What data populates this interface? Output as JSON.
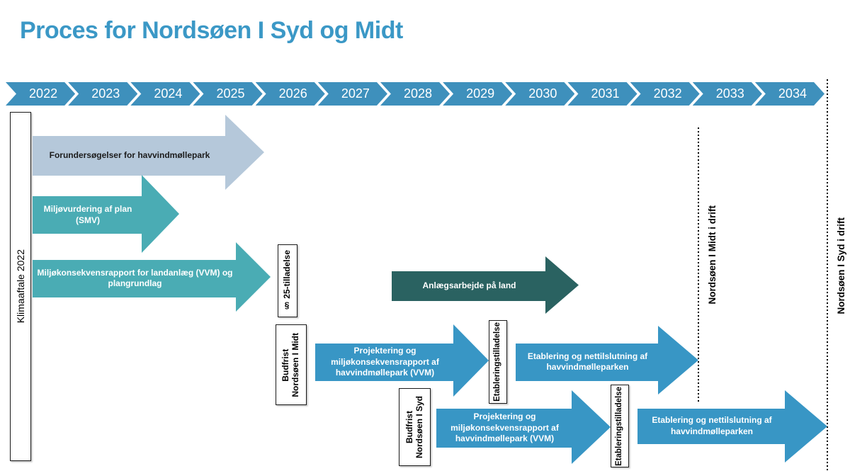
{
  "title": "Proces for Nordsøen I Syd og Midt",
  "timeline": {
    "years": [
      "2022",
      "2023",
      "2024",
      "2025",
      "2026",
      "2027",
      "2028",
      "2029",
      "2030",
      "2031",
      "2032",
      "2033",
      "2034"
    ]
  },
  "klimaaftale": {
    "label": "Klimaaftale 2022"
  },
  "arrows": {
    "forundersoegelser": {
      "label": "Forundersøgelser for havvindmøllepark"
    },
    "miljoevurdering": {
      "label": "Miljøvurdering af plan (SMV)"
    },
    "miljoekonsekvens_land": {
      "label": "Miljøkonsekvensrapport for landanlæg (VVM) og plangrundlag"
    },
    "anlaegsarbejde": {
      "label": "Anlægsarbejde på land"
    },
    "projektering_midt": {
      "label": "Projektering og miljøkonsekvensrapport af havvindmøllepark (VVM)"
    },
    "etablering_midt": {
      "label": "Etablering og nettilslutning af havvindmølleparken"
    },
    "projektering_syd": {
      "label": "Projektering og miljøkonsekvensrapport af havvindmøllepark (VVM)"
    },
    "etablering_syd": {
      "label": "Etablering og nettilslutning af havvindmølleparken"
    }
  },
  "boxes": {
    "p25": {
      "label": "§ 25-tilladelse"
    },
    "budfrist_midt": {
      "line1": "Budfrist",
      "line2": "Nordsøen I Midt"
    },
    "budfrist_syd": {
      "line1": "Budfrist",
      "line2": "Nordsøen I Syd"
    },
    "etableringstilladelse_midt": {
      "label": "Etableringstilladelse"
    },
    "etableringstilladelse_syd": {
      "label": "Etableringstilladelse"
    }
  },
  "milestones": {
    "midt_drift": {
      "label": "Nordsøen I Midt i drift"
    },
    "syd_drift": {
      "label": "Nordsøen I Syd i drift"
    }
  },
  "colors": {
    "title": "#3B98C6",
    "year_chevron": "#3E90BC",
    "light_arrow": "#B5C8DA",
    "teal_arrow": "#4AACB4",
    "dark_teal_arrow": "#2A6261",
    "blue_arrow": "#3896C5"
  }
}
